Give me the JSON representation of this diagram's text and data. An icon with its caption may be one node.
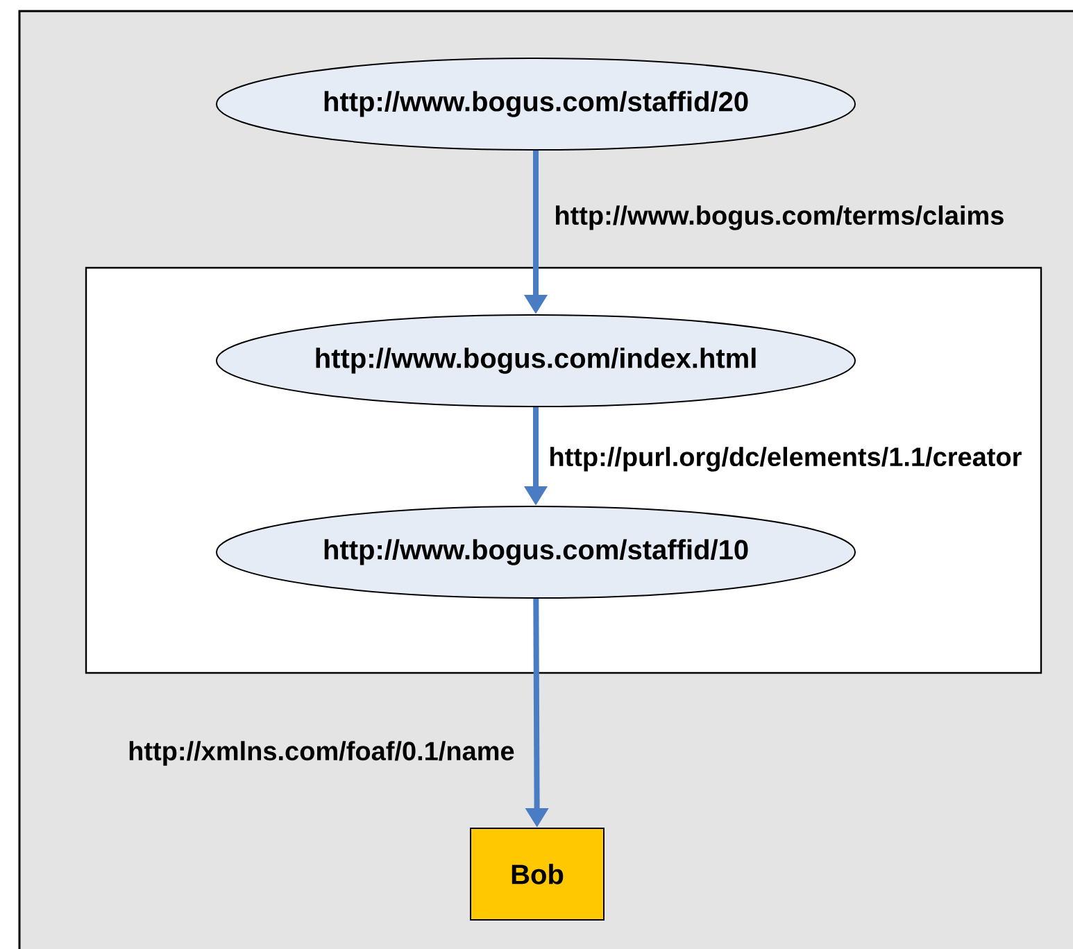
{
  "diagram": {
    "nodes": [
      {
        "text": [
          "http://www.bogus.com/staffid/20"
        ]
      },
      {
        "text": [],
        "shape": "box"
      },
      {
        "text": [
          "http://www.bogus.com/index.html"
        ],
        "in": 1
      },
      {
        "text": [
          "http://www.bogus.com/staffid/10"
        ],
        "in": 1
      },
      {
        "text": [
          "Bob"
        ]
      }
    ],
    "edges": [
      {
        "from": 0,
        "to": 2,
        "arrow": "to",
        "label": "http://www.bogus.com/terms/claims"
      },
      {
        "from": 2,
        "to": 3,
        "arrow": "to",
        "label": "http://purl.org/dc/elements/1.1/creator"
      },
      {
        "from": 3,
        "to": 4,
        "arrow": "to",
        "label": "http://xmlns.com/foaf/0.1/name"
      }
    ]
  }
}
